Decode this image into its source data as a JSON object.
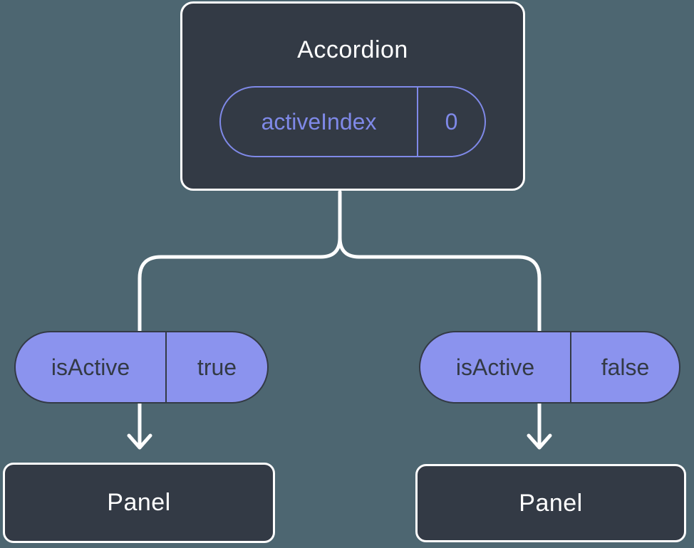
{
  "colors": {
    "background": "#4d6671",
    "node_fill": "#333a45",
    "node_border": "#ffffff",
    "pill_fill": "#8b93ee",
    "pill_accent": "#7f89e8",
    "dark_text": "#333a45",
    "light_text": "#ffffff"
  },
  "tree": {
    "root": {
      "label": "Accordion",
      "state": {
        "name": "activeIndex",
        "value": "0"
      }
    },
    "branches": [
      {
        "prop": {
          "name": "isActive",
          "value": "true"
        },
        "child": {
          "label": "Panel"
        }
      },
      {
        "prop": {
          "name": "isActive",
          "value": "false"
        },
        "child": {
          "label": "Panel"
        }
      }
    ]
  }
}
